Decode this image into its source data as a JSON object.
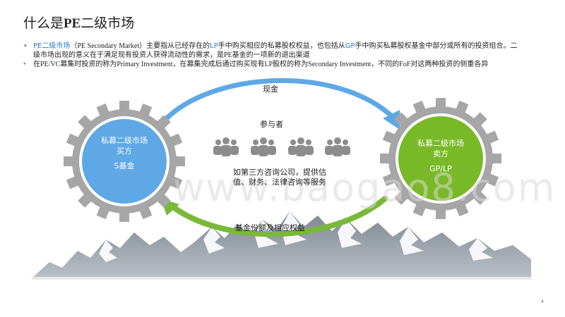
{
  "title": {
    "prefix": "什么是",
    "bold": "PE",
    "suffix": "二级市场"
  },
  "bullets": [
    {
      "term": "PE二级市场",
      "part1": "（PE Secondary Market）主要指从已经存在的",
      "lp": "LP",
      "part2": "手中购买相应的私募股权权益，也包括从",
      "gp": "GP",
      "part3": "手中购买私募股权基金中部分或所有的投资组合。二级市场出现的意义在于满足现有投资人获得流动性的需求，是PE基金的一项新的退出渠道"
    },
    {
      "text": "在PE/VC募集时投资的称为Primary Investment，在募集完成后通过购买现有LP股权的称为Secondary Investment，不同的FoF对这两种投资的侧重各异"
    }
  ],
  "buyer": {
    "line1": "私募二级市场",
    "line2": "买方",
    "line3": "S基金"
  },
  "seller": {
    "line1": "私募二级市场",
    "line2": "卖方",
    "line3": "GP/LP"
  },
  "cash_label": "现金",
  "fund_label": "基金份额及相应权益",
  "participants_label": "参与者",
  "participants_desc_1": "如第三方咨询公司，提供估",
  "participants_desc_2": "值、财务、法律咨询等服务",
  "watermark": "www.baogao8.com",
  "page_number": "4",
  "colors": {
    "buyer": "#5fa8e6",
    "seller": "#79b928",
    "gear": "#a6a6a6",
    "accent": "#2a7bd6",
    "cash_arrow": "#5fa8e6",
    "fund_arrow": "#7ab83a"
  },
  "icons": [
    "person-group-icon",
    "person-group-icon",
    "person-group-icon",
    "person-group-icon"
  ]
}
